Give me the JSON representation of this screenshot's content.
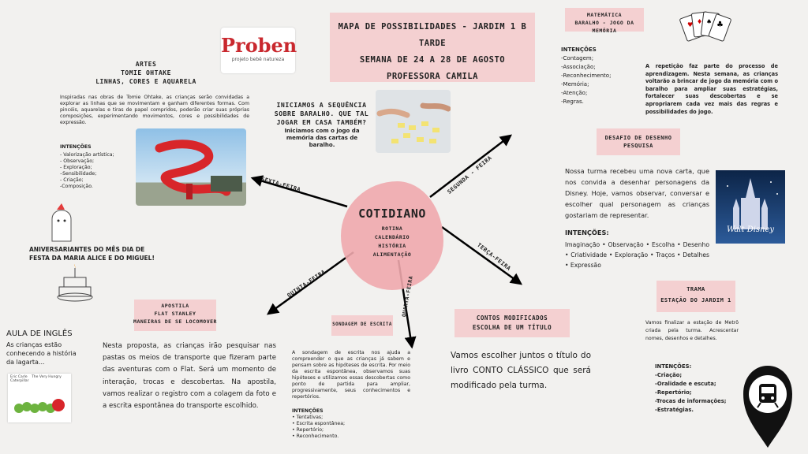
{
  "header": {
    "title_lines": [
      "MAPA DE POSSIBILIDADES - JARDIM 1 B TARDE",
      "SEMANA DE 24 A 28 DE AGOSTO",
      "PROFESSORA CAMILA"
    ],
    "logo_text": "Proben",
    "logo_sub": "projeto bebê natureza"
  },
  "center": {
    "title": "COTIDIANO",
    "items": [
      "ROTINA",
      "CALENDÁRIO",
      "HISTÓRIA",
      "ALIMENTAÇÃO"
    ]
  },
  "arrows": {
    "sexta": "SEXTA-FEIRA",
    "segunda": "SEGUNDA - FEIRA",
    "terca": "TERÇA-FEIRA",
    "quarta": "QUARTA-FEIRA",
    "quinta": "QUINTA-FEIRA"
  },
  "artes": {
    "title_lines": [
      "ARTES",
      "TOMIE OHTAKE",
      "LINHAS, CORES E AQUARELA"
    ],
    "body": "Inspiradas nas obras de Tomie Ohtake, as crianças serão convidadas a explorar as linhas que se movimentam e ganham diferentes formas. Com pincéis, aquarelas e tiras de papel compridos, poderão criar suas próprias composições, experimentando movimentos, cores e possibilidades de expressão.",
    "intentions_title": "INTENÇÕES",
    "intentions": [
      "- Valorização artística;",
      "- Observação;",
      "- Exploração;",
      "–Sensibilidade;",
      "- Criação;",
      "-Composição."
    ]
  },
  "sequencia": {
    "text": "INICIAMOS A SEQUÊNCIA SOBRE BARALHO. QUE TAL JOGAR EM CASA TAMBÉM?",
    "sub": "Iniciamos com o jogo da memória das cartas de baralho."
  },
  "matematica": {
    "title_lines": [
      "MATEMÁTICA",
      "BARALHO - JOGO DA MEMÓRIA"
    ],
    "intentions_title": "INTENÇÕES",
    "intentions": [
      "-Contagem;",
      "-Associação;",
      "-Reconhecimento;",
      "-Memória;",
      "-Atenção;",
      "-Regras."
    ],
    "body": "A repetição faz parte do processo de aprendizagem. Nesta semana, as crianças voltarão a brincar de jogo da memória com o baralho para ampliar suas estratégias, fortalecer suas descobertas e se apropriarem cada vez mais das regras e possibilidades do jogo."
  },
  "desafio": {
    "title_lines": [
      "DESAFIO DE DESENHO",
      "PESQUISA"
    ],
    "body": "Nossa turma recebeu uma nova carta, que nos convida a desenhar personagens da Disney. Hoje, vamos observar, conversar e escolher qual personagem as crianças gostariam de representar.",
    "intentions_title": "INTENÇÕES:",
    "intentions": "Imaginação • Observação • Escolha • Desenho • Criatividade • Exploração • Traços • Detalhes • Expressão",
    "image_caption": "Walt Disney"
  },
  "aniversario": {
    "text": "ANIVERSARIANTES DO MÊS DIA DE FESTA DA MARIA ALICE E DO MIGUEL!"
  },
  "apostila": {
    "title_lines": [
      "APOSTILA",
      "FLAT STANLEY",
      "MANEIRAS DE SE LOCOMOVER"
    ],
    "body": "Nesta proposta, as crianças irão pesquisar nas pastas os meios de transporte que fizeram parte das aventuras com o Flat. Será um momento de interação, trocas e descobertas. Na apostila, vamos realizar o registro com a colagem da foto e a escrita espontânea do transporte escolhido."
  },
  "ingles": {
    "title": "AULA DE INGLÊS",
    "body": "As crianças estão conhecendo a história da lagarta...",
    "book_author": "Eric Carle",
    "book_title": "The Very Hungry Caterpillar"
  },
  "sondagem": {
    "title": "SONDAGEM DE ESCRITA",
    "body": "A sondagem de escrita nos ajuda a compreender o que as crianças já sabem e pensam sobre as hipóteses de escrita. Por meio da escrita espontânea, observamos suas hipóteses e utilizamos essas descobertas como ponto de partida para ampliar, progressivamente, seus conhecimentos e repertórios.",
    "intentions_title": "INTENÇÕES",
    "intentions": [
      "• Tentativas;",
      "• Escrita espontânea;",
      "• Repertório;",
      "• Reconhecimento."
    ]
  },
  "contos": {
    "title_lines": [
      "CONTOS MODIFICADOS",
      "ESCOLHA DE UM TÍTULO"
    ],
    "body": "Vamos escolher juntos o título do livro CONTO CLÁSSICO que será modificado pela turma."
  },
  "trama": {
    "title_lines": [
      "TRAMA",
      "ESTAÇÃO DO JARDIM 1"
    ],
    "body": "Vamos finalizar a estação de Metrô criada pela turma. Acrescentar nomes, desenhos e detalhes.",
    "intentions_title": "INTENÇÕES:",
    "intentions": [
      "-Criação;",
      "-Oralidade e escuta;",
      "-Repertório;",
      "-Trocas de informações;",
      "-Estratégias."
    ]
  },
  "colors": {
    "pink": "#f4d0d1",
    "blob": "#f0a9ad",
    "logo_red": "#c9282e",
    "sculpture_red": "#d8262a",
    "sky": "#9cc6e6",
    "pin": "#111111"
  }
}
